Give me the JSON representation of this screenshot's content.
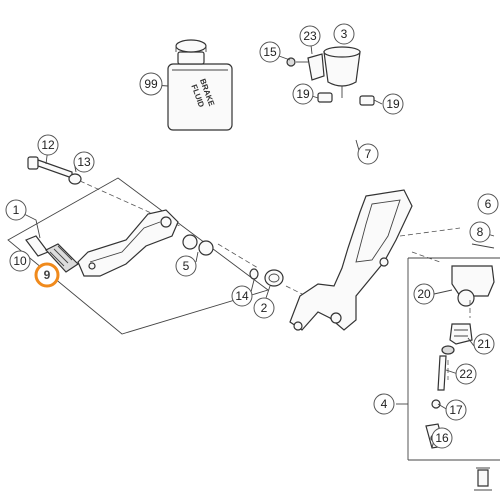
{
  "callouts": {
    "c1": "1",
    "c2": "2",
    "c3": "3",
    "c4": "4",
    "c5": "5",
    "c6": "6",
    "c7": "7",
    "c8": "8",
    "c9": "9",
    "c10": "10",
    "c12": "12",
    "c13": "13",
    "c14": "14",
    "c15": "15",
    "c16": "16",
    "c17": "17",
    "c19a": "19",
    "c19b": "19",
    "c20": "20",
    "c21": "21",
    "c22": "22",
    "c23": "23",
    "c99": "99"
  },
  "bottle": {
    "line1": "BRAKE",
    "line2": "FLUID"
  },
  "highlight_color": "#f08a1c",
  "highlighted_callout": "9"
}
